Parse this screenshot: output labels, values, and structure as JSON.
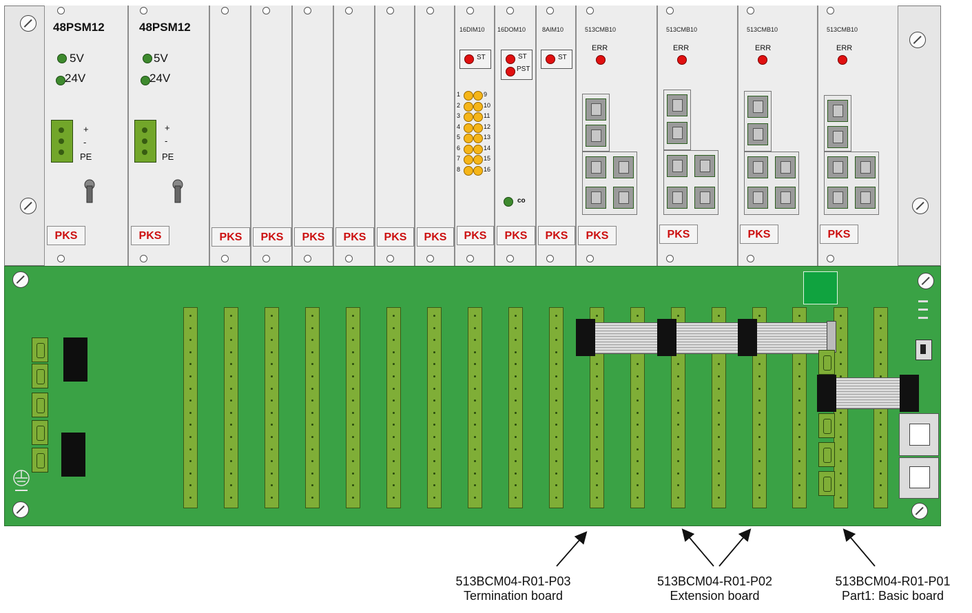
{
  "psu": [
    {
      "name": "48PSM12",
      "led1": "5V",
      "led2": "24V",
      "plus": "+",
      "minus": "-",
      "pe": "PE",
      "badge": "PKS"
    },
    {
      "name": "48PSM12",
      "led1": "5V",
      "led2": "24V",
      "plus": "+",
      "minus": "-",
      "pe": "PE",
      "badge": "PKS"
    }
  ],
  "empty_badges": [
    "PKS",
    "PKS",
    "PKS",
    "PKS",
    "PKS",
    "PKS"
  ],
  "io_modules": [
    {
      "name": "16DIM10",
      "st": "ST",
      "badge": "PKS"
    },
    {
      "name": "16DOM10",
      "st": "ST",
      "pst": "PST",
      "co": "co",
      "badge": "PKS"
    },
    {
      "name": "8AIM10",
      "st": "ST",
      "badge": "PKS"
    }
  ],
  "channels_left": [
    "1",
    "2",
    "3",
    "4",
    "5",
    "6",
    "7",
    "8"
  ],
  "channels_right": [
    "9",
    "10",
    "11",
    "12",
    "13",
    "14",
    "15",
    "16"
  ],
  "cmb_modules": [
    {
      "name": "513CMB10",
      "err": "ERR",
      "badge": "PKS"
    },
    {
      "name": "513CMB10",
      "err": "ERR",
      "badge": "PKS"
    },
    {
      "name": "513CMB10",
      "err": "ERR",
      "badge": "PKS"
    },
    {
      "name": "513CMB10",
      "err": "ERR",
      "badge": "PKS"
    }
  ],
  "captions": [
    {
      "part": "513BCM04-R01-P03",
      "desc": "Termination board"
    },
    {
      "part": "513BCM04-R01-P02",
      "desc": "Extension board"
    },
    {
      "part": "513BCM04-R01-P01",
      "desc": "Part1: Basic board"
    }
  ],
  "colors": {
    "board": "#3aa245",
    "led_green": "#3e8a2e",
    "led_red": "#e01010",
    "led_yellow": "#f5b518",
    "pks": "#cc1111",
    "chassis": "#e6e6e6"
  }
}
